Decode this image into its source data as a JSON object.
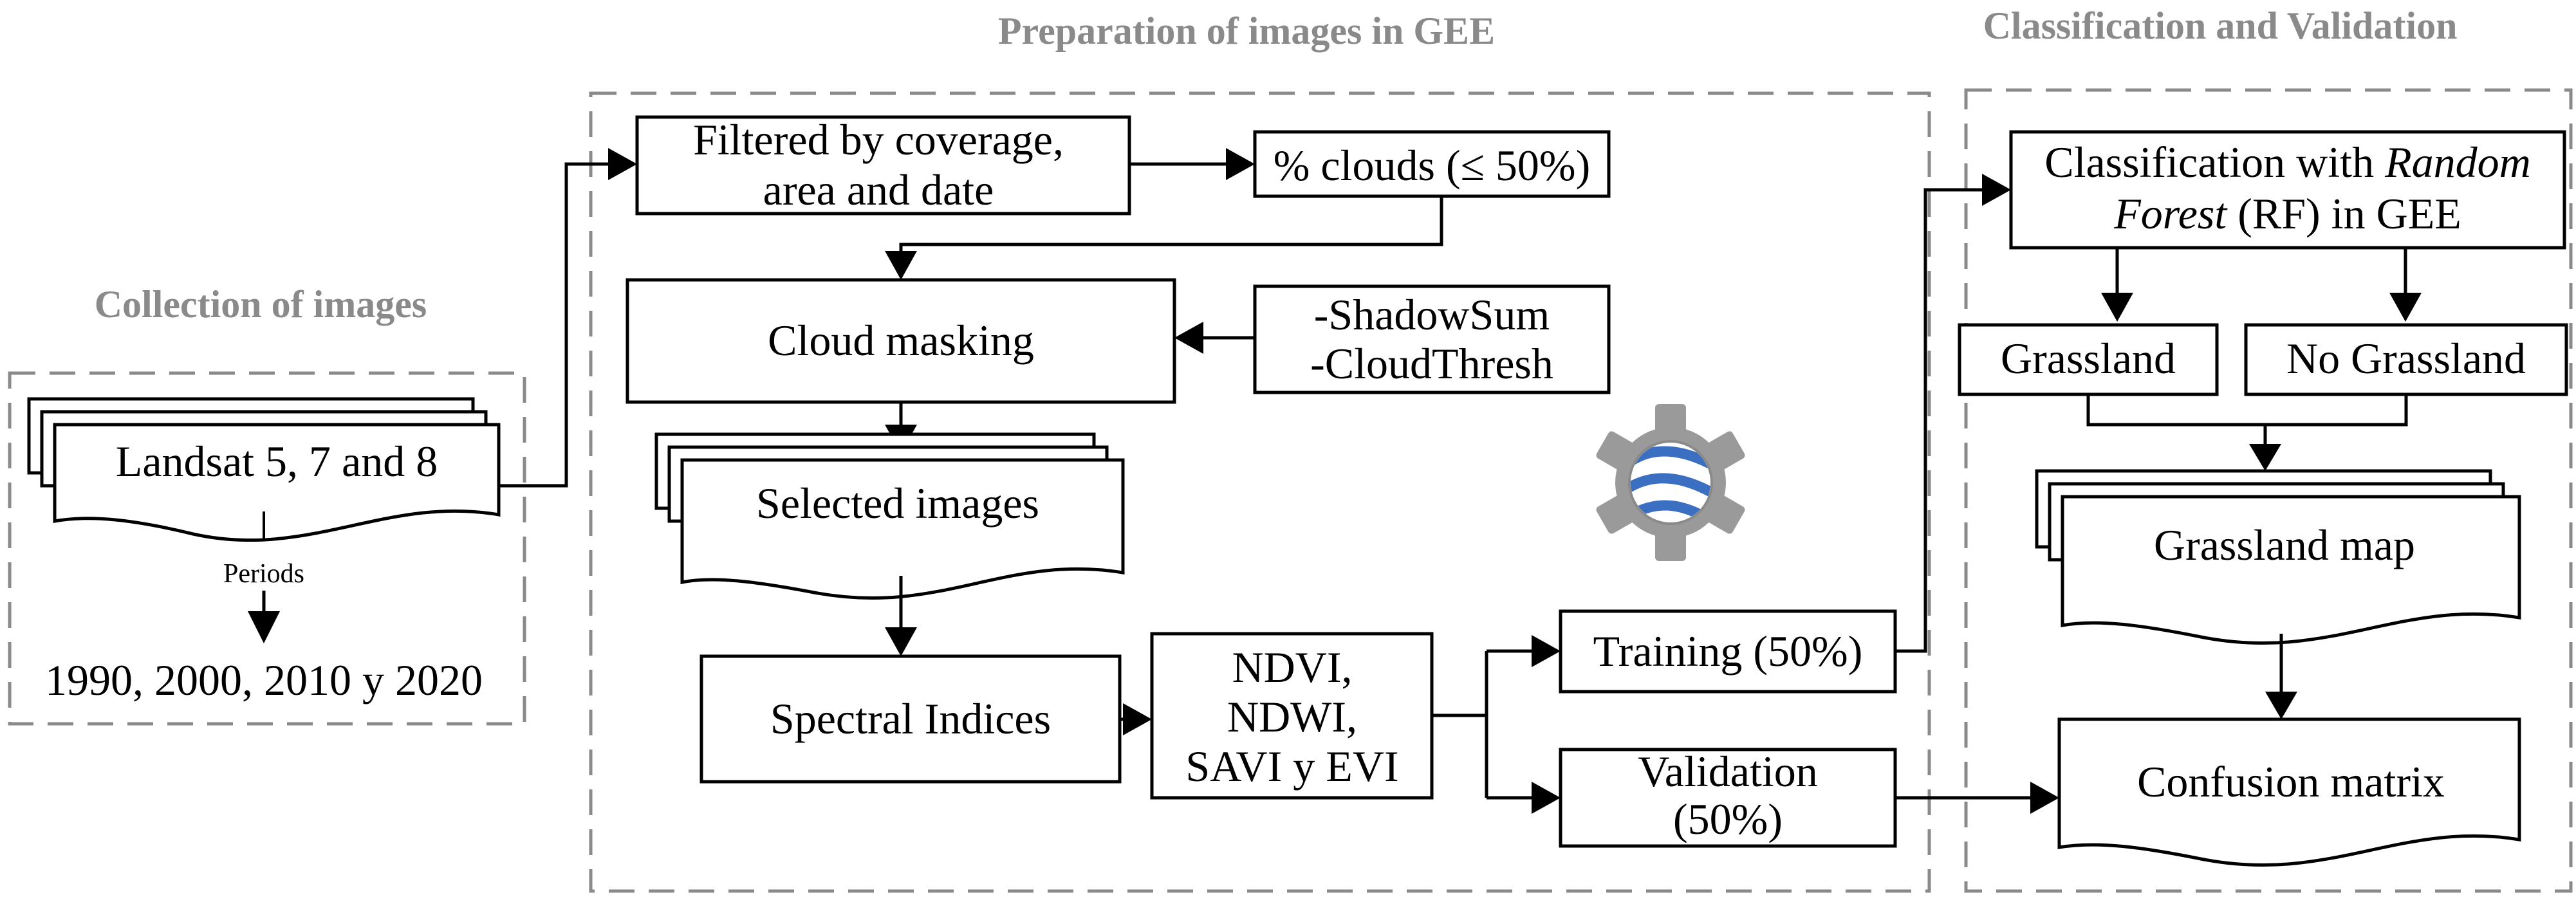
{
  "sections": {
    "collection": "Collection of images",
    "preparation": "Preparation of images in GEE",
    "classification": "Classification and Validation"
  },
  "nodes": {
    "landsat": "Landsat 5, 7 and 8",
    "periods_label": "Periods",
    "years": "1990, 2000, 2010 y 2020",
    "filtered_line1": "Filtered by coverage,",
    "filtered_line2": "area and date",
    "clouds": "% clouds (≤ 50%)",
    "cloud_masking": "Cloud masking",
    "params_line1": "-ShadowSum",
    "params_line2": "-CloudThresh",
    "selected_images": "Selected images",
    "spectral_indices": "Spectral Indices",
    "indices_line1": "NDVI,",
    "indices_line2": "NDWI,",
    "indices_line3": "SAVI y EVI",
    "training": "Training (50%)",
    "validation_line1": "Validation",
    "validation_line2": "(50%)",
    "classification_line1_a": "Classification with ",
    "classification_line1_b": "Random",
    "classification_line2_a": "Forest",
    "classification_line2_b": " (RF) in GEE",
    "grassland": "Grassland",
    "no_grassland": "No Grassland",
    "grassland_map": "Grassland map",
    "confusion_matrix": "Confusion matrix"
  },
  "icons": {
    "gee_logo": "google-earth-engine-gear-icon"
  },
  "colors": {
    "section_title": "#8a8a8a",
    "dashed_border": "#8a8a8a",
    "gear": "#9a9a9a",
    "globe_blue": "#3a6fc2"
  }
}
